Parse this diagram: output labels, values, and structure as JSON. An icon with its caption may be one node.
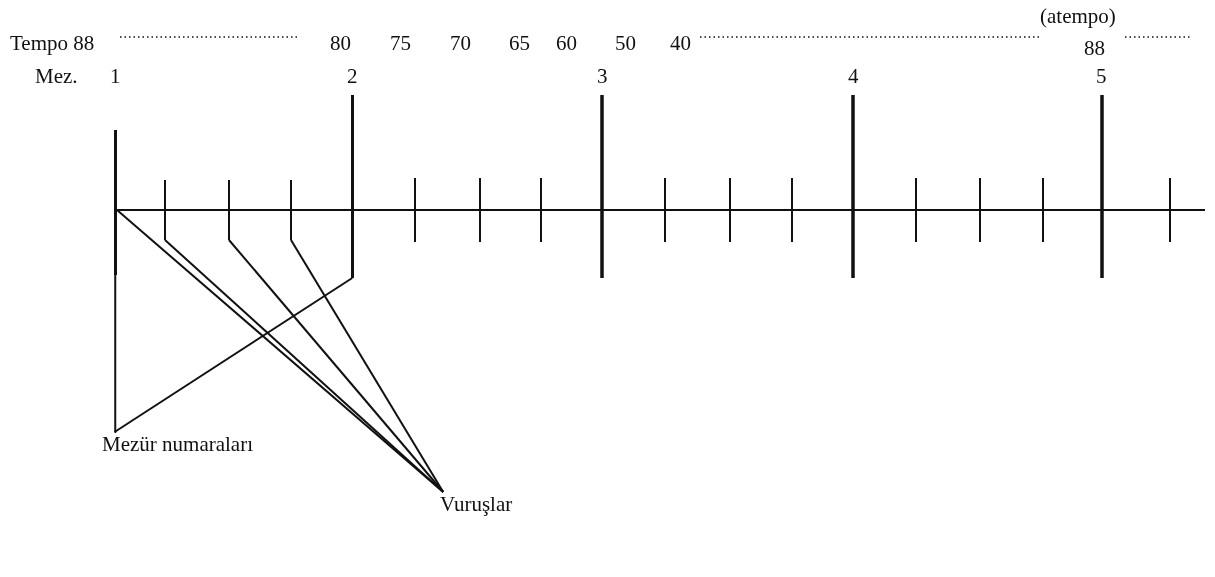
{
  "diagram": {
    "nodes": [
      {
        "text": [
          "Mezür numaraları"
        ]
      },
      {
        "text": [
          "Vuruşlar"
        ]
      },
      {
        "text": [],
        "shape": "bar"
      },
      {
        "text": [],
        "shape": "bar"
      },
      {
        "text": [],
        "shape": "bar"
      },
      {
        "text": [],
        "shape": "bar"
      },
      {
        "text": [],
        "shape": "bar"
      }
    ],
    "edges": [
      {
        "from": 0,
        "to": 2,
        "arrow": "none"
      },
      {
        "from": 0,
        "to": 3,
        "arrow": "none"
      },
      {
        "from": 1,
        "to": 2,
        "arrow": "none"
      },
      {
        "from": 1,
        "to": 4,
        "arrow": "none"
      },
      {
        "from": 1,
        "to": 5,
        "arrow": "none"
      },
      {
        "from": 1,
        "to": 6,
        "arrow": "none"
      }
    ],
    "labels": [
      "(atempo)",
      "Tempo 88",
      "80",
      "75",
      "70",
      "65",
      "60",
      "50",
      "40",
      "88",
      "Mez.",
      "1",
      "2",
      "3",
      "4",
      "5"
    ]
  }
}
